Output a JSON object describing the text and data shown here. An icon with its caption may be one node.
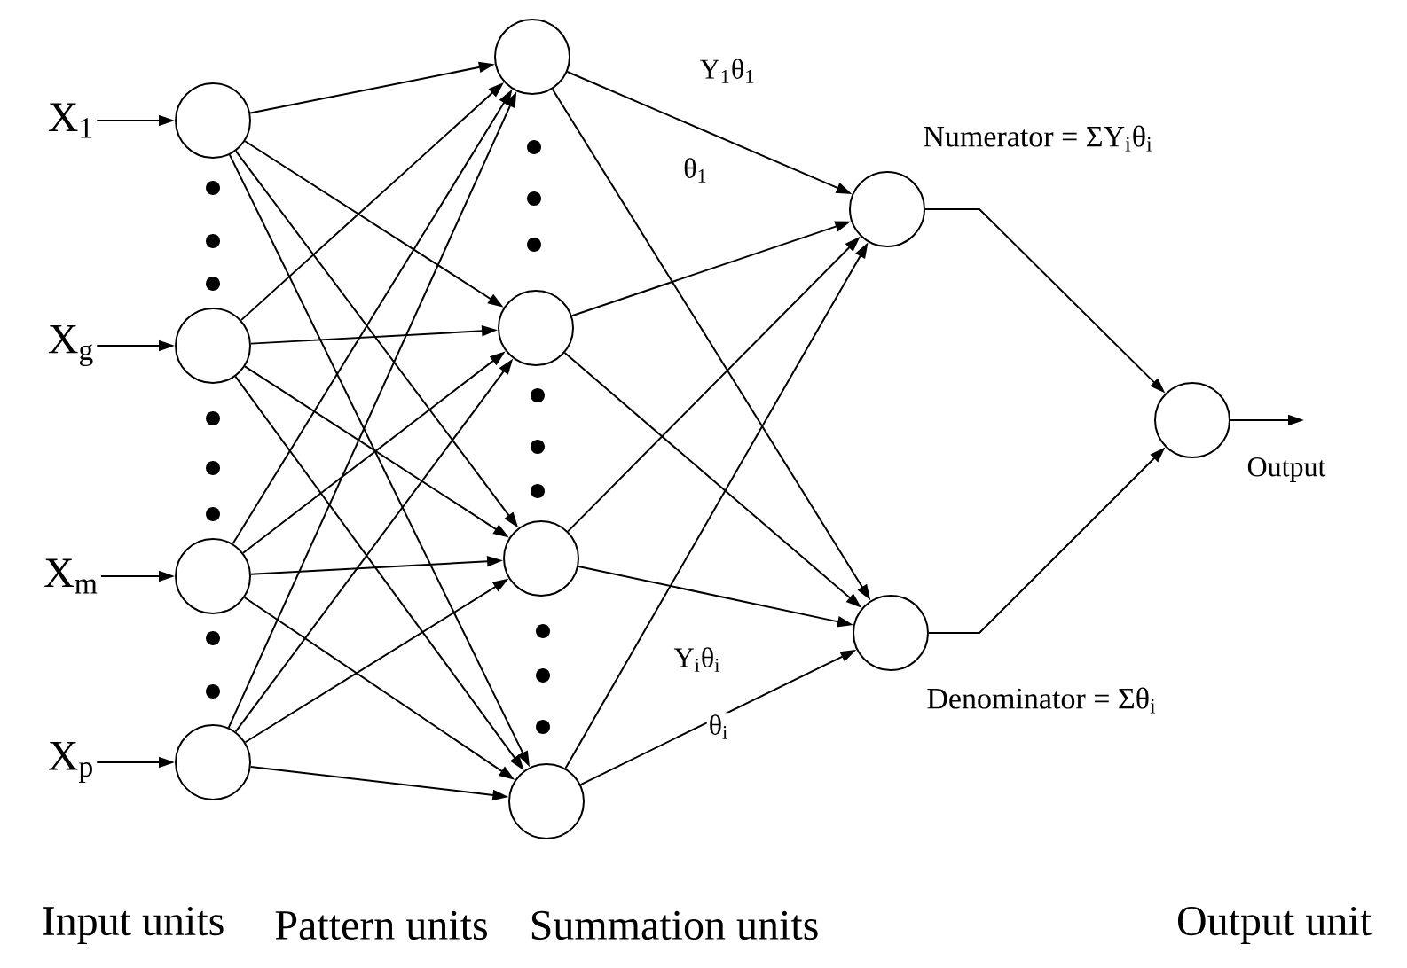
{
  "diagram": {
    "nodes": [
      {
        "text": [
          "X$_{1}$"
        ]
      },
      {
        "text": [
          "X$_{g}$"
        ]
      },
      {
        "text": [
          "X$_{m}$"
        ]
      },
      {
        "text": [
          "X$_{p}$"
        ]
      },
      {
        "text": [],
        "shape": "circle"
      },
      {
        "text": [],
        "shape": "circle"
      },
      {
        "text": [],
        "shape": "circle"
      },
      {
        "text": [],
        "shape": "circle"
      },
      {
        "text": [],
        "shape": "circle"
      },
      {
        "text": [],
        "shape": "circle"
      },
      {
        "text": [],
        "shape": "circle"
      },
      {
        "text": [],
        "shape": "circle"
      },
      {
        "text": [],
        "shape": "circle",
        "beside": [
          "Numerator = ΣY$_{i}$θ$_{i}$"
        ]
      },
      {
        "text": [],
        "shape": "circle",
        "beside": [
          "Denominator = Σθ$_{i}$"
        ]
      },
      {
        "text": [],
        "shape": "circle"
      }
    ],
    "edges": [
      {
        "from": 0,
        "to": 4,
        "arrow": "to"
      },
      {
        "from": 1,
        "to": 5,
        "arrow": "to"
      },
      {
        "from": 2,
        "to": 6,
        "arrow": "to"
      },
      {
        "from": 3,
        "to": 7,
        "arrow": "to"
      },
      {
        "from": 4,
        "to": 8,
        "arrow": "to"
      },
      {
        "from": 4,
        "to": 9,
        "arrow": "to"
      },
      {
        "from": 4,
        "to": 10,
        "arrow": "to"
      },
      {
        "from": 4,
        "to": 11,
        "arrow": "to"
      },
      {
        "from": 5,
        "to": 8,
        "arrow": "to"
      },
      {
        "from": 5,
        "to": 9,
        "arrow": "to"
      },
      {
        "from": 5,
        "to": 10,
        "arrow": "to"
      },
      {
        "from": 5,
        "to": 11,
        "arrow": "to"
      },
      {
        "from": 6,
        "to": 8,
        "arrow": "to"
      },
      {
        "from": 6,
        "to": 9,
        "arrow": "to"
      },
      {
        "from": 6,
        "to": 10,
        "arrow": "to"
      },
      {
        "from": 6,
        "to": 11,
        "arrow": "to"
      },
      {
        "from": 7,
        "to": 8,
        "arrow": "to"
      },
      {
        "from": 7,
        "to": 9,
        "arrow": "to"
      },
      {
        "from": 7,
        "to": 10,
        "arrow": "to"
      },
      {
        "from": 7,
        "to": 11,
        "arrow": "to"
      },
      {
        "from": 8,
        "to": 12,
        "label": "Y$_{1}$θ$_{1}$",
        "arrow": "to"
      },
      {
        "from": 8,
        "to": 13,
        "label": "θ$_{1}$",
        "arrow": "to"
      },
      {
        "from": 9,
        "to": 12,
        "arrow": "to"
      },
      {
        "from": 9,
        "to": 13,
        "arrow": "to"
      },
      {
        "from": 10,
        "to": 12,
        "arrow": "to"
      },
      {
        "from": 10,
        "to": 13,
        "arrow": "to"
      },
      {
        "from": 11,
        "to": 12,
        "label": "Y$_{i}$θ$_{i}$",
        "arrow": "to"
      },
      {
        "from": 11,
        "to": 13,
        "label": "θ$_{i}$",
        "arrow": "to"
      },
      {
        "from": 12,
        "to": 14,
        "arrow": "to"
      },
      {
        "from": 13,
        "to": 14,
        "arrow": "to"
      },
      {
        "from": 14,
        "to": null,
        "label": "Output",
        "arrow": "to"
      }
    ],
    "labels": [
      "Input units",
      "Pattern units",
      "Summation units",
      "Output unit"
    ]
  }
}
